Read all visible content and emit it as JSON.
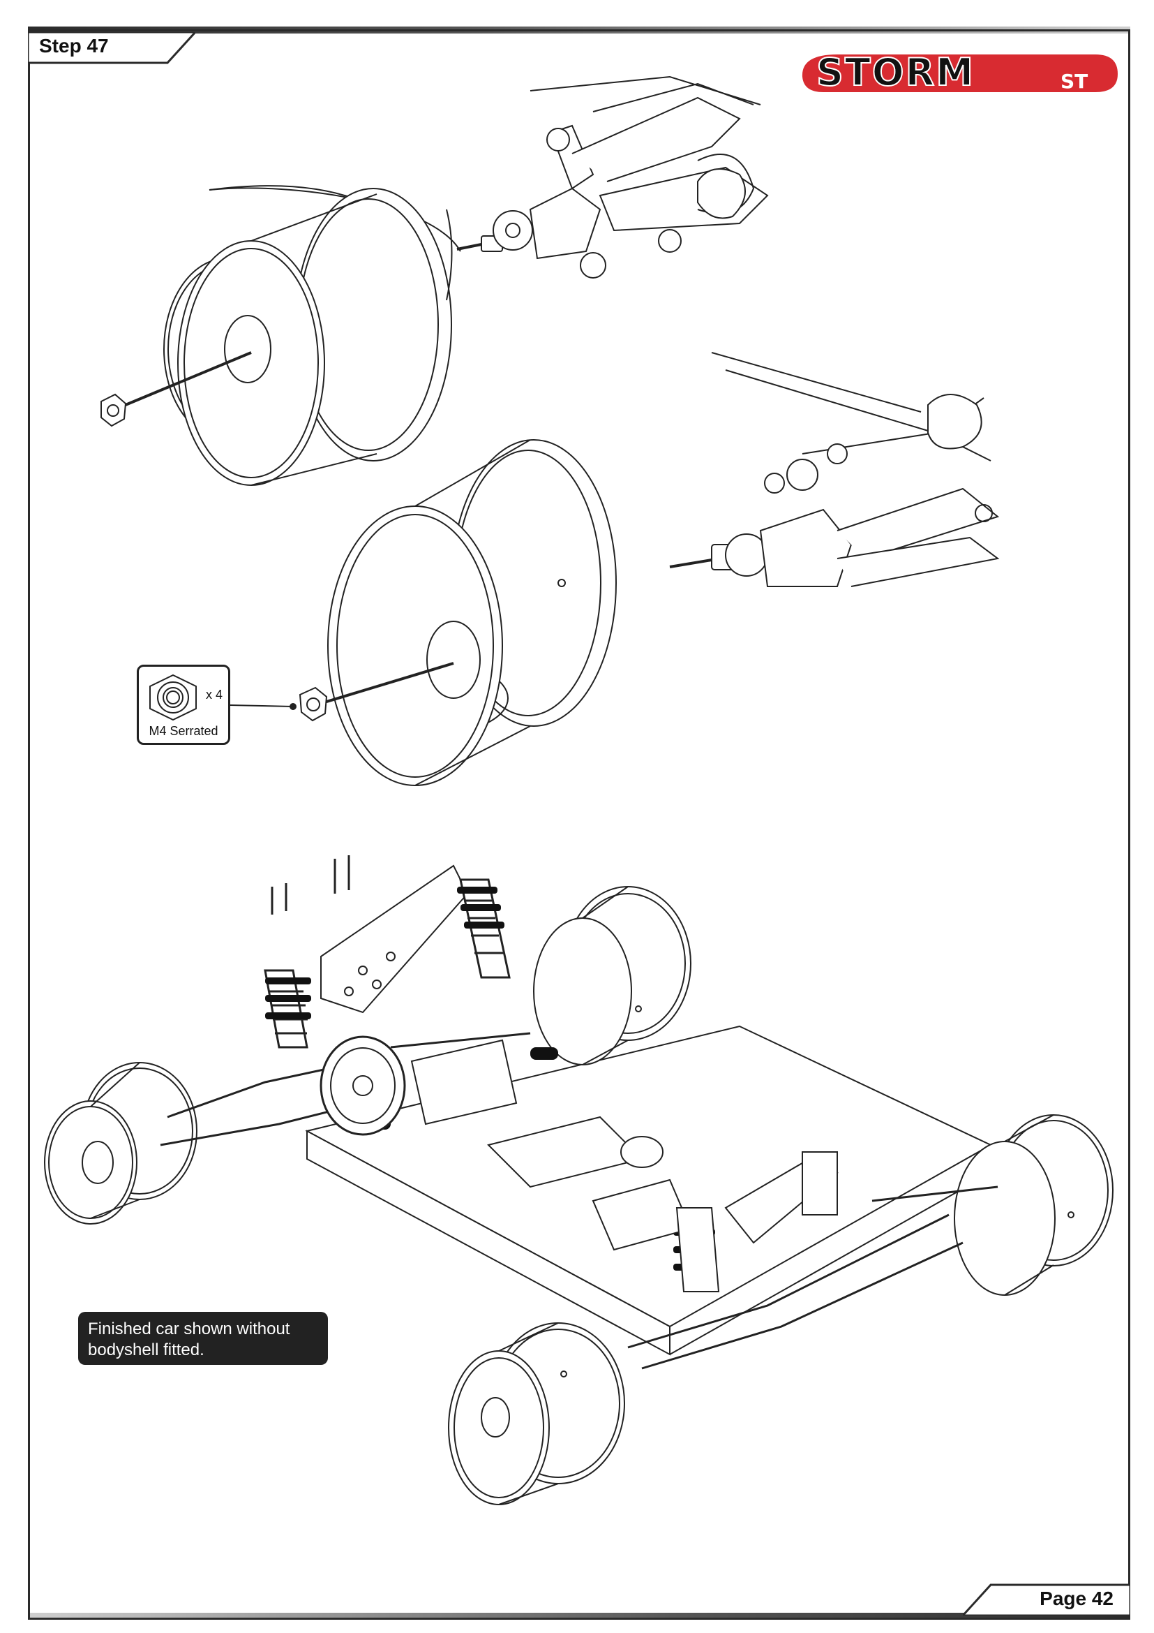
{
  "header": {
    "step_label": "Step 47"
  },
  "logo": {
    "text_main": "STORM",
    "text_sub": "ST",
    "accent_color": "#d4141b"
  },
  "parts_box": {
    "quantity": "x 4",
    "part_name": "M4 Serrated",
    "icon": "hex-nut-icon"
  },
  "callout": {
    "line1": "Finished car shown without",
    "line2": "bodyshell fitted."
  },
  "footer": {
    "page_label": "Page 42"
  },
  "colors": {
    "frame": "#2a2a2a",
    "ink": "#111111",
    "callout_bg": "#222222"
  }
}
